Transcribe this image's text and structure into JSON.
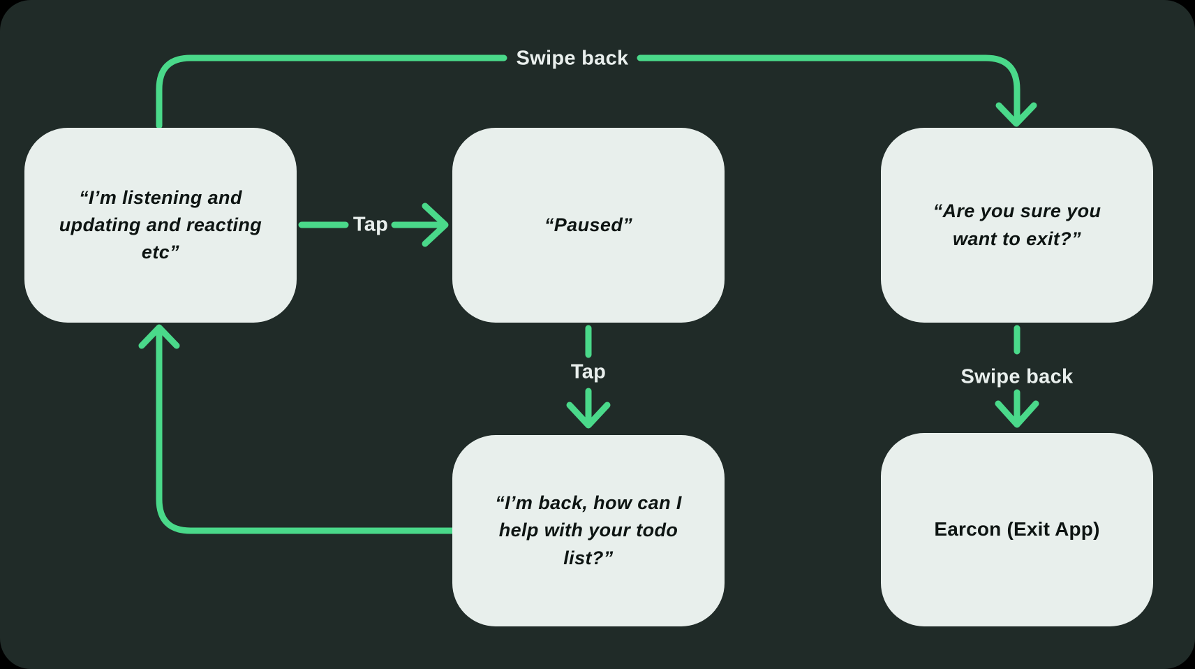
{
  "colors": {
    "outer_background": "#000000",
    "panel_background": "#202B28",
    "arrow_accent": "#4AD98A",
    "node_background": "#E8EFEC",
    "node_text": "#0D1412",
    "edge_label_text": "#E9EFED"
  },
  "nodes": [
    {
      "id": "listening",
      "text": "“I’m listening and\nupdating and reacting\netc”"
    },
    {
      "id": "paused",
      "text": "“Paused”"
    },
    {
      "id": "exit-confirm",
      "text": "“Are you sure you\nwant to exit?”"
    },
    {
      "id": "back",
      "text": "“I’m back, how can I\nhelp with your todo\nlist?”"
    },
    {
      "id": "earcon",
      "text": "Earcon (Exit App)"
    }
  ],
  "edge_labels": {
    "swipe_back_top": "Swipe back",
    "tap_horizontal": "Tap",
    "tap_vertical": "Tap",
    "swipe_back_right": "Swipe back"
  },
  "edges": [
    {
      "from": "listening",
      "to": "exit-confirm",
      "label": "Swipe back"
    },
    {
      "from": "listening",
      "to": "paused",
      "label": "Tap"
    },
    {
      "from": "paused",
      "to": "back",
      "label": "Tap"
    },
    {
      "from": "back",
      "to": "listening",
      "label": ""
    },
    {
      "from": "exit-confirm",
      "to": "earcon",
      "label": "Swipe back"
    }
  ]
}
